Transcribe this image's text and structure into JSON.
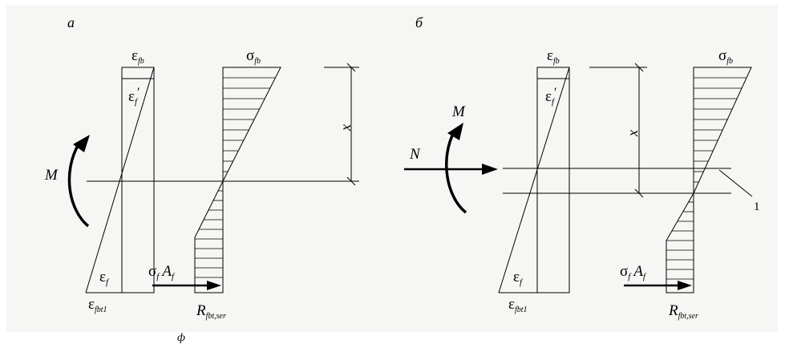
{
  "diagrams": [
    {
      "panel_label": "а",
      "eps_fb": "ε",
      "eps_fb_sub": "fb",
      "eps_f_prime": "ε",
      "eps_f_prime_sub": "f",
      "eps_f_prime_mark": "′",
      "sigma_fb": "σ",
      "sigma_fb_sub": "fb",
      "x_label": "x",
      "moment_label": "M",
      "eps_f": "ε",
      "eps_f_sub": "f",
      "eps_fbt1": "ε",
      "eps_fbt1_sub": "fbt1",
      "force_sigma": "σ",
      "force_sigma_sub": "f",
      "force_A": "A",
      "force_A_sub": "f",
      "r_label": "R",
      "r_sub": "fbt,ser"
    },
    {
      "panel_label": "б",
      "eps_fb": "ε",
      "eps_fb_sub": "fb",
      "eps_f_prime": "ε",
      "eps_f_prime_sub": "f",
      "eps_f_prime_mark": "′",
      "sigma_fb": "σ",
      "sigma_fb_sub": "fb",
      "x_label": "x",
      "moment_label": "M",
      "normal_label": "N",
      "eps_f": "ε",
      "eps_f_sub": "f",
      "eps_fbt1": "ε",
      "eps_fbt1_sub": "fbt1",
      "force_sigma": "σ",
      "force_sigma_sub": "f",
      "force_A": "A",
      "force_A_sub": "f",
      "r_label": "R",
      "r_sub": "fbt,ser",
      "callout": "1"
    }
  ],
  "footer_glyph": "ф"
}
